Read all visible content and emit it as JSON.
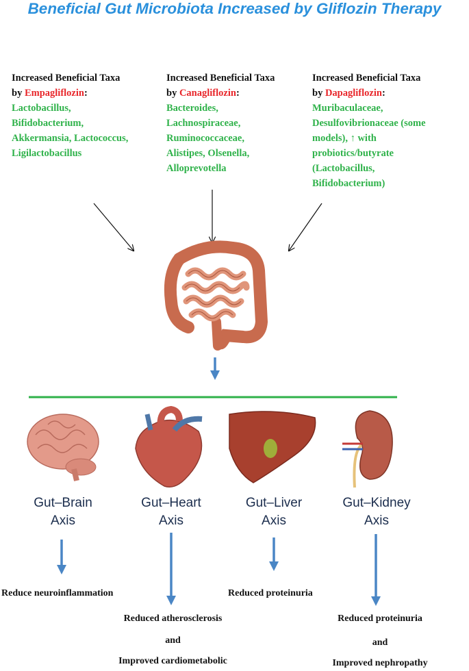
{
  "title": "Beneficial Gut Microbiota Increased by Gliflozin Therapy",
  "taxa": [
    {
      "heading": "Increased Beneficial Taxa",
      "by": "by ",
      "drug": "Empagliflozin",
      "colon": ":",
      "list": [
        "Lactobacillus,",
        "Bifidobacterium,",
        "Akkermansia, Lactococcus,",
        "Ligilactobacillus"
      ]
    },
    {
      "heading": "Increased Beneficial Taxa",
      "by": "by ",
      "drug": "Canagliflozin",
      "colon": ":",
      "list": [
        "Bacteroides,",
        "Lachnospiraceae,",
        "Ruminococcaceae,",
        "Alistipes, Olsenella,",
        "Alloprevotella"
      ]
    },
    {
      "heading": "Increased Beneficial Taxa",
      "by": "by ",
      "drug": "Dapagliflozin",
      "colon": ":",
      "list": [
        "Muribaculaceae,",
        "Desulfovibrionaceae (some",
        "models), ↑ with",
        "probiotics/butyrate",
        "(Lactobacillus,",
        "Bifidobacterium)"
      ]
    }
  ],
  "axes": [
    {
      "line1": "Gut–Brain",
      "line2": "Axis",
      "organ": "brain-icon"
    },
    {
      "line1": "Gut–Heart",
      "line2": "Axis",
      "organ": "heart-icon"
    },
    {
      "line1": "Gut–Liver",
      "line2": "Axis",
      "organ": "liver-icon"
    },
    {
      "line1": "Gut–Kidney",
      "line2": "Axis",
      "organ": "kidney-icon"
    }
  ],
  "outcomes": {
    "brain": [
      "Reduce neuroinflammation"
    ],
    "heart": [
      "Reduced atherosclerosis",
      "and",
      "Improved cardiometabolic"
    ],
    "liver": [
      "Reduced proteinuria"
    ],
    "kidney": [
      "Reduced proteinuria",
      "and",
      "Improved nephropathy"
    ]
  },
  "colors": {
    "title": "#2a90dc",
    "drug": "#e8262a",
    "taxa": "#2fb24a",
    "arrow": "#4a86c5",
    "divider": "#2fb24a",
    "axis_label": "#1b2d4d"
  }
}
